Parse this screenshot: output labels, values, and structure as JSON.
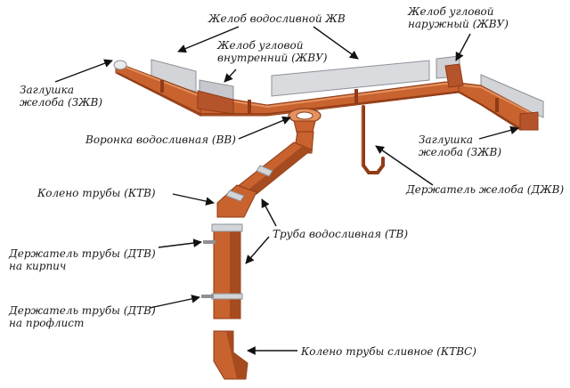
{
  "colors": {
    "copper": "#c8622e",
    "copper_dark": "#8f3b17",
    "copper_light": "#e3915f",
    "steel": "#d2d4d8",
    "steel_dark": "#8e9096",
    "arrow": "#111111"
  },
  "labels": {
    "gutter": "Желоб водосливной ЖВ",
    "outer_corner_1": "Желоб угловой",
    "outer_corner_2": "наружный (ЖВУ)",
    "inner_corner_1": "Желоб угловой",
    "inner_corner_2": "внутренний (ЖВУ)",
    "end_cap_left_1": "Заглушка",
    "end_cap_left_2": "желоба (ЗЖВ)",
    "funnel": "Воронка  водосливная (ВВ)",
    "end_cap_right_1": "Заглушка",
    "end_cap_right_2": "желоба (ЗЖВ)",
    "gutter_holder": "Держатель  желоба (ДЖВ)",
    "elbow": "Колено трубы  (КТВ)",
    "pipe": "Труба водосливная (ТВ)",
    "pipe_holder_brick_1": "Держатель трубы (ДТВ)",
    "pipe_holder_brick_2": "на кирпич",
    "pipe_holder_prof_1": "Держатель трубы (ДТВ)",
    "pipe_holder_prof_2": "на профлист",
    "drain_elbow": "Колено трубы сливное (КТВС)"
  }
}
